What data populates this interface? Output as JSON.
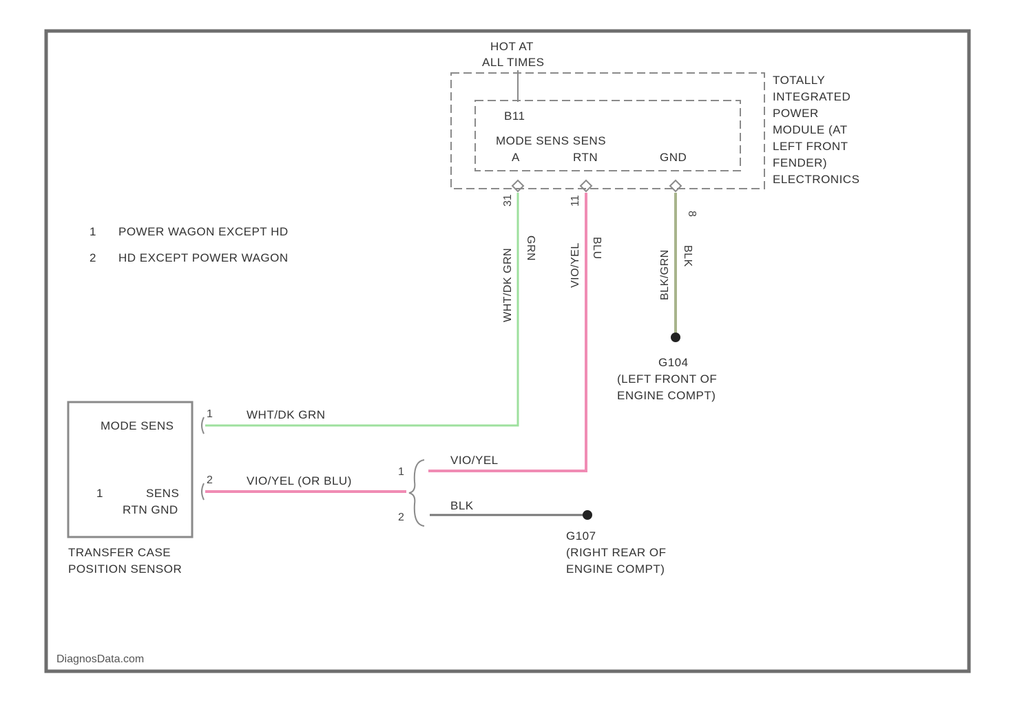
{
  "colors": {
    "frame": "#6e6e6e",
    "wire_green": "#9ee09e",
    "wire_pink": "#f08cb4",
    "wire_green_black": "#a8b48c",
    "wire_black": "#777777",
    "dashed_box": "#8a8a8a",
    "text": "#333333"
  },
  "power_label": [
    "HOT AT",
    "ALL TIMES"
  ],
  "module": {
    "name_lines": [
      "TOTALLY",
      "INTEGRATED",
      "POWER",
      "MODULE (AT",
      "LEFT FRONT",
      "FENDER)"
    ],
    "section": "ELECTRONICS",
    "connector_id": "B11",
    "pin_header_1": "MODE  SENS SENS",
    "pin_header_2_a": "A",
    "pin_header_2_rtn": "RTN",
    "pin_header_2_gnd": "GND",
    "pin_numbers": {
      "mode": "31",
      "rtn": "11",
      "gnd": "8"
    }
  },
  "notes": [
    {
      "num": "1",
      "text": "POWER WAGON EXCEPT HD"
    },
    {
      "num": "2",
      "text": "HD EXCEPT POWER WAGON"
    }
  ],
  "wires": {
    "mode_vertical_1": "WHT/DK GRN",
    "mode_vertical_2": "GRN",
    "rtn_vertical_1": "VIO/YEL",
    "rtn_vertical_2": "BLU",
    "gnd_vertical_1": "BLK/GRN",
    "gnd_vertical_2": "BLK",
    "mode_horizontal": "WHT/DK GRN",
    "rtn_horizontal": "VIO/YEL (OR BLU)",
    "branch_1": "VIO/YEL",
    "branch_2": "BLK"
  },
  "grounds": {
    "g104": {
      "id": "G104",
      "lines": [
        "(LEFT FRONT OF",
        "ENGINE COMPT)"
      ]
    },
    "g107": {
      "id": "G107",
      "lines": [
        "(RIGHT REAR OF",
        "ENGINE COMPT)"
      ]
    }
  },
  "sensor": {
    "mode_label": "MODE SENS",
    "sens_label": "SENS",
    "rtn_gnd_label": "RTN GND",
    "note_ref": "1",
    "pin_1": "1",
    "pin_2": "2",
    "name_lines": [
      "TRANSFER CASE",
      "POSITION SENSOR"
    ]
  },
  "branch_pins": {
    "p1": "1",
    "p2": "2"
  },
  "watermark": "DiagnosData.com"
}
